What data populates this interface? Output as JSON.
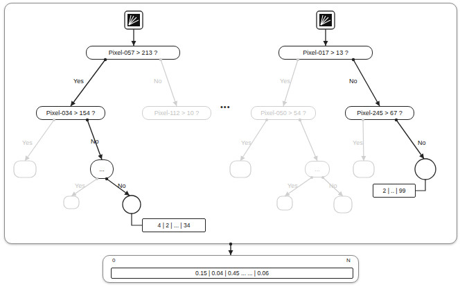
{
  "diagram": {
    "nodes": [
      {
        "text": [
          "•••"
        ]
      },
      {
        "text": [
          "Pixel-057 > 213 ?"
        ],
        "in": 0
      },
      {
        "text": [
          "Pixel-034 > 154 ?"
        ],
        "in": 0
      },
      {
        "text": [
          "Pixel-112 > 10 ?"
        ],
        "in": 0
      },
      {
        "text": [
          "..."
        ],
        "in": 0
      },
      {
        "text": [
          "4 | 2 | ... | 34"
        ],
        "in": 0
      },
      {
        "text": [
          "Pixel-017 > 13 ?"
        ],
        "in": 0
      },
      {
        "text": [
          "Pixel-050 > 54 ?"
        ],
        "in": 0
      },
      {
        "text": [
          "Pixel-245 > 67 ?"
        ],
        "in": 0
      },
      {
        "text": [
          "..."
        ],
        "in": 0
      },
      {
        "text": [
          "2 | .. | 99"
        ],
        "in": 0
      },
      {
        "text": [
          "0",
          "N"
        ]
      },
      {
        "text": [
          "0.15 | 0.04 | 0.45 ... ... | 0.06"
        ],
        "in": 11
      }
    ],
    "edges": [
      {
        "from": 1,
        "to": 2,
        "label": "Yes",
        "arrow": "to"
      },
      {
        "from": 1,
        "to": 3,
        "label": "No",
        "arrow": "to"
      },
      {
        "from": 2,
        "to": 4,
        "label": "No",
        "arrow": "to"
      },
      {
        "from": 6,
        "to": 7,
        "label": "Yes",
        "arrow": "to"
      },
      {
        "from": 6,
        "to": 8,
        "label": "No",
        "arrow": "to"
      },
      {
        "from": 7,
        "to": 9,
        "arrow": "to"
      },
      {
        "from": 0,
        "to": 11,
        "arrow": "to"
      }
    ],
    "labels": [
      "Yes",
      "Yes",
      "No",
      "Yes",
      "Yes",
      "No",
      "Yes",
      "No"
    ]
  }
}
